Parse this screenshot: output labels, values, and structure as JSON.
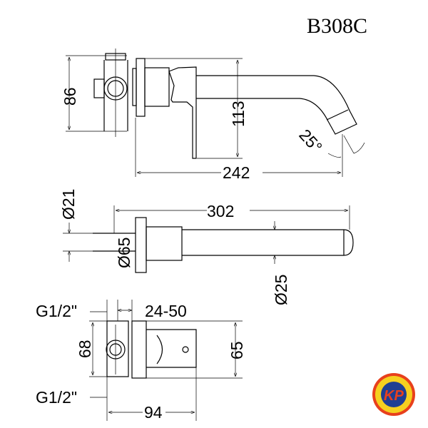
{
  "title": "B308C",
  "side_view": {
    "height_body": "86",
    "height_total": "113",
    "length": "242",
    "angle": "25°"
  },
  "top_view": {
    "pipe_diameter": "Ø21",
    "length": "302",
    "flange_diameter": "Ø65",
    "spout_diameter": "Ø25"
  },
  "front_view": {
    "inlet_top": "G1/2\"",
    "inlet_bottom": "G1/2\"",
    "wall_depth": "24-50",
    "body_height": "68",
    "plate_height": "65",
    "width": "94"
  },
  "logo": {
    "text": "KP",
    "colors": {
      "ring": "#f5d020",
      "outer": "#e8401c",
      "center": "#1f3f93"
    }
  }
}
